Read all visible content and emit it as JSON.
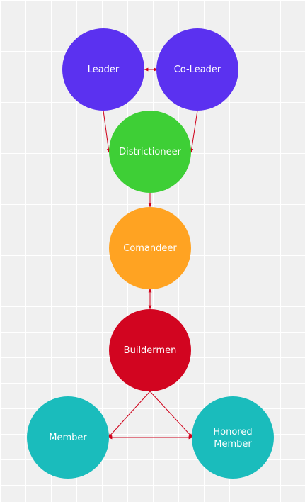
{
  "nodes": {
    "leader": {
      "label": "Leader",
      "color": "#5b31f0"
    },
    "coleader": {
      "label": "Co-Leader",
      "color": "#5b31f0"
    },
    "districtioneer": {
      "label": "Districtioneer",
      "color": "#3ecf36"
    },
    "comandeer": {
      "label": "Comandeer",
      "color": "#ffa322"
    },
    "buildermen": {
      "label": "Buildermen",
      "color": "#d20520"
    },
    "member": {
      "label": "Member",
      "color": "#1abcbc"
    },
    "honored": {
      "label_line1": "Honored",
      "label_line2": "Member",
      "color": "#1abcbc"
    }
  },
  "connector_color": "#d0021b",
  "connections": [
    {
      "from": "leader",
      "to": "coleader",
      "arrows": "both"
    },
    {
      "from": "leader",
      "to": "districtioneer",
      "arrows": "end"
    },
    {
      "from": "coleader",
      "to": "districtioneer",
      "arrows": "end"
    },
    {
      "from": "districtioneer",
      "to": "comandeer",
      "arrows": "end"
    },
    {
      "from": "comandeer",
      "to": "buildermen",
      "arrows": "both"
    },
    {
      "from": "buildermen",
      "to": "member",
      "arrows": "end"
    },
    {
      "from": "buildermen",
      "to": "honored",
      "arrows": "end"
    },
    {
      "from": "member",
      "to": "honored",
      "arrows": "both"
    }
  ]
}
